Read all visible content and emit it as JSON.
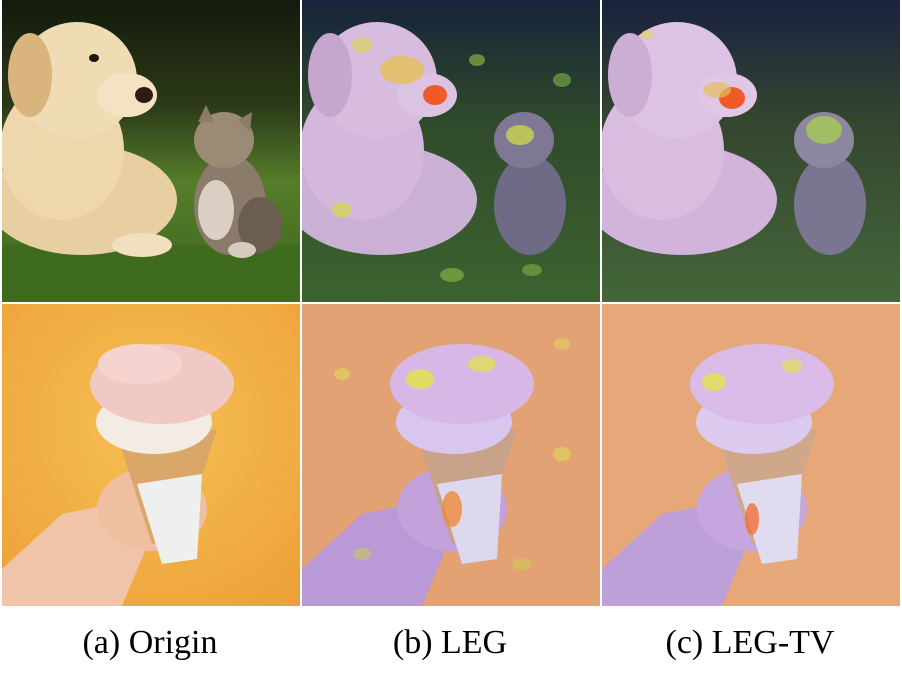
{
  "figure": {
    "columns": [
      {
        "label": "(a) Origin"
      },
      {
        "label": "(b) LEG"
      },
      {
        "label": "(c) LEG-TV"
      }
    ],
    "rows": [
      {
        "subject": "puppy and kitten on grass"
      },
      {
        "subject": "hand holding ice cream cone"
      }
    ],
    "colors": {
      "grass": "#4d7a2a",
      "dark_background": "#1f2a14",
      "puppy_fur": "#e8cfa2",
      "kitten_fur": "#8a7b6a",
      "orange_background": "#f2b347",
      "ice_cream": "#f1c9c4",
      "cone": "#d9a869",
      "skin": "#f0c4a8",
      "heatmap_overlay": "#c9a6e6",
      "heatmap_hot": "#e3e24d",
      "heatmap_peak": "#f05a28"
    }
  }
}
